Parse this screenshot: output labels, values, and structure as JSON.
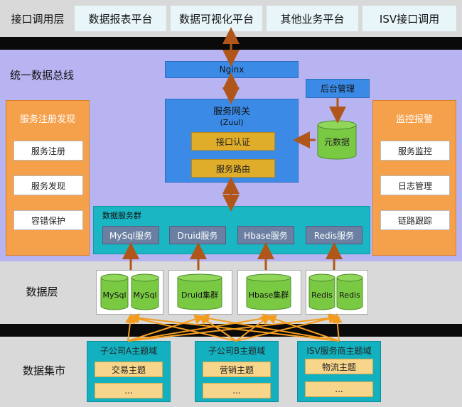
{
  "layers": {
    "interface": {
      "label": "接口调用层",
      "boxes": [
        "数据报表平台",
        "数据可视化平台",
        "其他业务平台",
        "ISV接口调用"
      ]
    },
    "bus": {
      "label": "统一数据总线",
      "nginx": "Nginx",
      "backend_admin": "后台管理",
      "metadata": "元数据",
      "gateway": {
        "title": "服务网关",
        "subtitle": "(Zuul)",
        "items": [
          "接口认证",
          "服务路由"
        ]
      },
      "registry": {
        "title": "服务注册发现",
        "items": [
          "服务注册",
          "服务发现",
          "容错保护"
        ]
      },
      "monitoring": {
        "title": "监控报警",
        "items": [
          "服务监控",
          "日志管理",
          "链路跟踪"
        ]
      },
      "cluster": {
        "title": "数据服务群",
        "services": [
          "MySql服务",
          "Druid服务",
          "Hbase服务",
          "Redis服务"
        ]
      }
    },
    "data": {
      "label": "数据层",
      "mysql": [
        "MySql",
        "MySql"
      ],
      "druid": "Druid集群",
      "hbase": "Hbase集群",
      "redis": [
        "Redis",
        "Redis"
      ]
    },
    "mart": {
      "label": "数据集市",
      "domains": [
        {
          "title": "子公司A主题域",
          "items": [
            "交易主题",
            "..."
          ]
        },
        {
          "title": "子公司B主题域",
          "items": [
            "营销主题",
            "..."
          ]
        },
        {
          "title": "ISV服务商主题域",
          "items": [
            "物流主题",
            "..."
          ]
        }
      ]
    }
  },
  "colors": {
    "bus_bg": "#b8b4f2",
    "gateway_blue": "#3b8be6",
    "orange_panel": "#f5a04a",
    "teal_cluster": "#1bb6c4",
    "cylinder_green": "#7ac943",
    "arrow_brown": "#b0561a",
    "arrow_orange": "#f39c1f"
  }
}
